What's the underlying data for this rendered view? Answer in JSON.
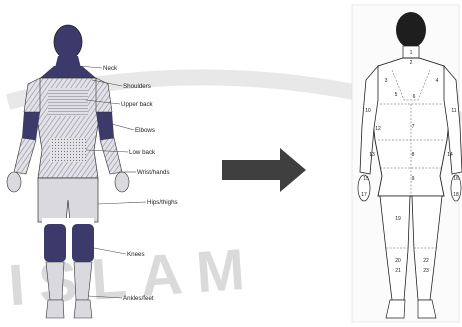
{
  "body_regions": [
    {
      "key": "neck",
      "label": "Neck"
    },
    {
      "key": "shoulders",
      "label": "Shoulders"
    },
    {
      "key": "upper_back",
      "label": "Upper back"
    },
    {
      "key": "elbows",
      "label": "Elbows"
    },
    {
      "key": "low_back",
      "label": "Low back"
    },
    {
      "key": "wrists",
      "label": "Wrist/hands"
    },
    {
      "key": "hips",
      "label": "Hips/thighs"
    },
    {
      "key": "knees",
      "label": "Knees"
    },
    {
      "key": "ankles",
      "label": "Ankles/feet"
    }
  ],
  "zone_numbers": [
    "1",
    "2",
    "3",
    "4",
    "5",
    "6",
    "7",
    "8",
    "9",
    "10",
    "11",
    "12",
    "13",
    "14",
    "15",
    "16",
    "17",
    "18",
    "19",
    "20",
    "21",
    "22",
    "23"
  ],
  "watermark": "ISLAM",
  "colors": {
    "dark_region": "#3b3a6b",
    "hatch": "#8a8aa0",
    "body_fill": "#d9d9de",
    "outline": "#222222",
    "arrow": "#3f3f3f"
  }
}
